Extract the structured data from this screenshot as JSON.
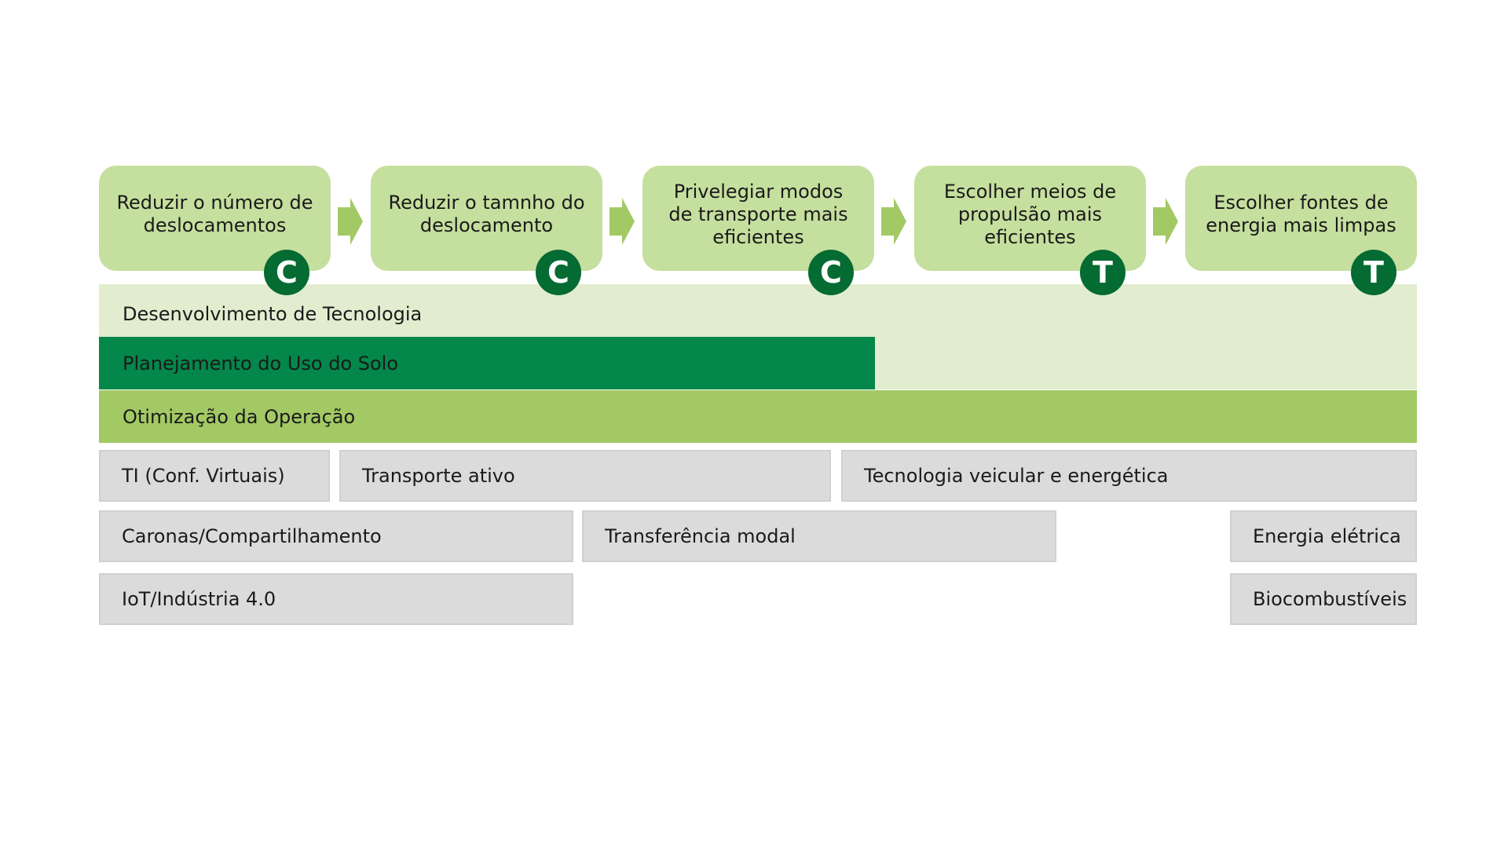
{
  "steps": [
    {
      "label": "Reduzir o número de\ndeslocamentos",
      "badge": "C"
    },
    {
      "label": "Reduzir o tamnho do\ndeslocamento",
      "badge": "C"
    },
    {
      "label": "Privelegiar modos\nde transporte mais\neficientes",
      "badge": "C"
    },
    {
      "label": "Escolher meios de\npropulsão mais\neficientes",
      "badge": "T"
    },
    {
      "label": "Escolher fontes de\nenergia mais limpas",
      "badge": "T"
    }
  ],
  "bands": {
    "tecnologia": "Desenvolvimento de Tecnologia",
    "planejamento": "Planejamento do Uso do Solo",
    "otimizacao": "Otimização da Operação"
  },
  "boxes": {
    "ti": "TI (Conf. Virtuais)",
    "transporte_ativo": "Transporte ativo",
    "tecnologia_veicular": "Tecnologia veicular e energética",
    "caronas": "Caronas/Compartilhamento",
    "transferencia": "Transferência modal",
    "energia": "Energia elétrica",
    "iot": "IoT/Indústria 4.0",
    "biocombustiveis": "Biocombustíveis"
  },
  "colors": {
    "step_fill": "#c5df9e",
    "badge_fill": "#046b32",
    "arrow_fill": "#a3c964",
    "band_light": "#e2edcf",
    "band_dark": "#03874a",
    "band_mid": "#a3c964",
    "box_fill": "#dbdbdb"
  }
}
